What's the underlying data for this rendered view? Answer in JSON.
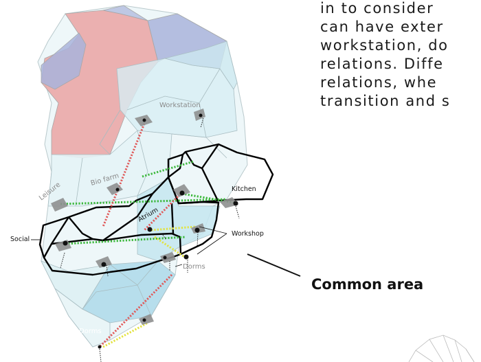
{
  "paragraph": {
    "lines": [
      "in to consider",
      "can have exter",
      "workstation, do",
      "relations. Diffe",
      "relations, whe",
      "transition and s"
    ]
  },
  "callout": {
    "label": "Common area"
  },
  "labels": {
    "workstation": "Workstation",
    "bio_farm": "Bio farm",
    "leisure": "Leisure",
    "kitchen": "Kitchen",
    "atrium": "Atrium",
    "social": "Social",
    "workshop": "Workshop",
    "dorms_right": "Dorms",
    "dorms_bottom": "Dorms"
  },
  "colors": {
    "zone_red": "#eaa3a3",
    "zone_blue": "#a9b4dc",
    "zone_cyan": "#c4e6f0",
    "link_green": "#3cb83c",
    "link_red": "#e05a5a",
    "link_yellow": "#e3e340",
    "outline": "#000000"
  }
}
